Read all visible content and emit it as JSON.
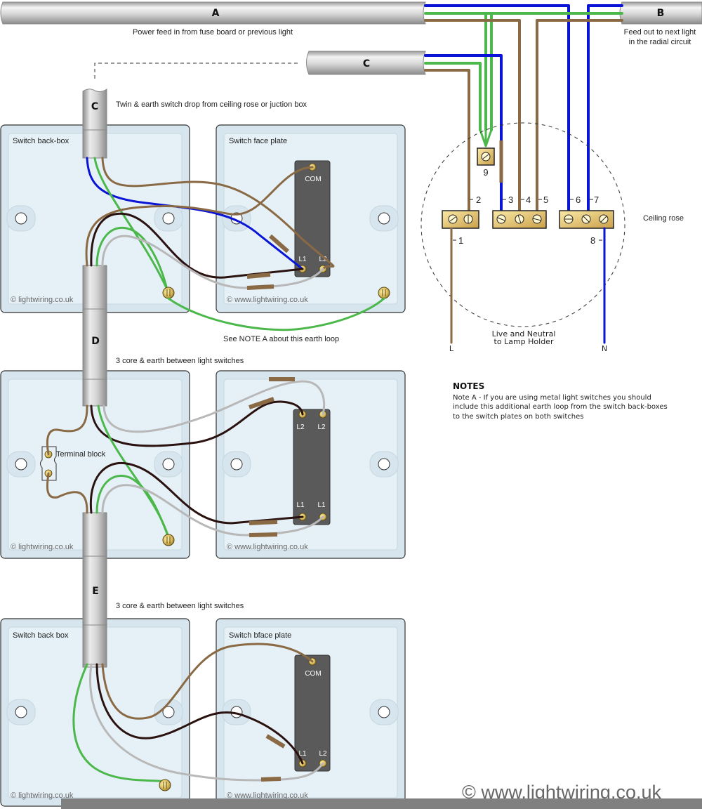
{
  "title": "Intermediate two-way light switch wiring diagram",
  "colors": {
    "live_brown": "#8a6a45",
    "neutral_blue": "#0a14d6",
    "earth_green": "#4cb84c",
    "black_core": "#2a1210",
    "grey_core": "#b8b8b8",
    "box_fill": "#e6f1f7",
    "switch_body": "#5a5a5a",
    "terminal_brass": "#d8b85a",
    "footer_bar": "#808080"
  },
  "cables": {
    "a": {
      "letter": "A",
      "caption": "Power feed in from fuse board or previous light"
    },
    "b": {
      "letter": "B",
      "caption_line1": "Feed out to next light",
      "caption_line2": "in the radial circuit"
    },
    "c_top": {
      "letter": "C"
    },
    "c_drop": {
      "letter": "C",
      "caption": "Twin & earth switch drop from ceiling rose or juction box"
    },
    "d": {
      "letter": "D",
      "caption": "3 core & earth between light switches"
    },
    "e": {
      "letter": "E",
      "caption": "3 core & earth between light switches"
    }
  },
  "earth_loop_note": "See NOTE A about this earth loop",
  "ceiling_rose": {
    "label": "Ceiling rose",
    "terminal_numbers": [
      "1",
      "2",
      "3",
      "4",
      "5",
      "6",
      "7",
      "8",
      "9"
    ],
    "lamp_caption_line1": "Live and Neutral",
    "lamp_caption_line2": "to Lamp Holder",
    "live_label": "L",
    "neutral_label": "N"
  },
  "switch1": {
    "backbox_label": "Switch back-box",
    "faceplate_label": "Switch face plate",
    "terminals": [
      "COM",
      "L1",
      "L2"
    ],
    "backbox_copyright": "© lightwiring.co.uk",
    "faceplate_copyright": "© www.lightwiring.co.uk"
  },
  "switch2": {
    "terminal_block_label": "Terminal block",
    "terminals": [
      "L2",
      "L2",
      "L1",
      "L1"
    ],
    "backbox_copyright": "© lightwiring.co.uk",
    "faceplate_copyright": "© www.lightwiring.co.uk"
  },
  "switch3": {
    "backbox_label": "Switch back box",
    "faceplate_label": "Switch bface plate",
    "terminals": [
      "COM",
      "L1",
      "L2"
    ],
    "backbox_copyright": "© lightwiring.co.uk",
    "faceplate_copyright": "© www.lightwiring.co.uk"
  },
  "notes": {
    "title": "NOTES",
    "line1": "Note A - If you are using metal light switches you should",
    "line2": "include this additional earth loop from the switch back-boxes",
    "line3": "to the switch plates on both switches"
  },
  "footer": {
    "copyright": "© www.lightwiring.co.uk"
  }
}
